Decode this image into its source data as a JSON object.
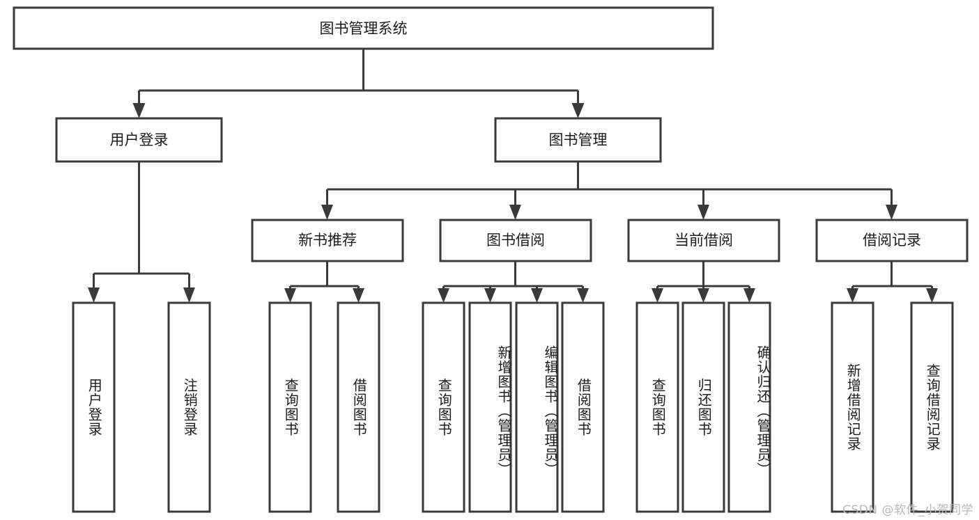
{
  "diagram": {
    "title": "图书管理系统",
    "type": "tree-hierarchy-chart",
    "orientation": "top-down",
    "colors": {
      "box_fill": "#ffffff",
      "box_stroke": "#3a3a3a",
      "connector": "#3a3a3a",
      "text": "#1c1c1c",
      "watermark": "#b9b9b9"
    },
    "root": {
      "label": "图书管理系统"
    },
    "level2": [
      {
        "label": "用户登录"
      },
      {
        "label": "图书管理"
      }
    ],
    "level3": [
      {
        "label": "新书推荐"
      },
      {
        "label": "图书借阅"
      },
      {
        "label": "当前借阅"
      },
      {
        "label": "借阅记录"
      }
    ],
    "leaves": {
      "user_login": [
        {
          "label": "用户登录"
        },
        {
          "label": "注销登录"
        }
      ],
      "new_book_recommend": [
        {
          "label": "查询图书"
        },
        {
          "label": "借阅图书"
        }
      ],
      "book_borrow": [
        {
          "label": "查询图书"
        },
        {
          "label": "新增图书（管理员）"
        },
        {
          "label": "编辑图书（管理员）"
        },
        {
          "label": "借阅图书"
        }
      ],
      "current_borrow": [
        {
          "label": "查询图书"
        },
        {
          "label": "归还图书"
        },
        {
          "label": "确认归还（管理员）"
        }
      ],
      "borrow_record": [
        {
          "label": "新增借阅记录"
        },
        {
          "label": "查询借阅记录"
        }
      ]
    }
  },
  "watermark": {
    "text": "CSDN @软件_小贺同学"
  }
}
